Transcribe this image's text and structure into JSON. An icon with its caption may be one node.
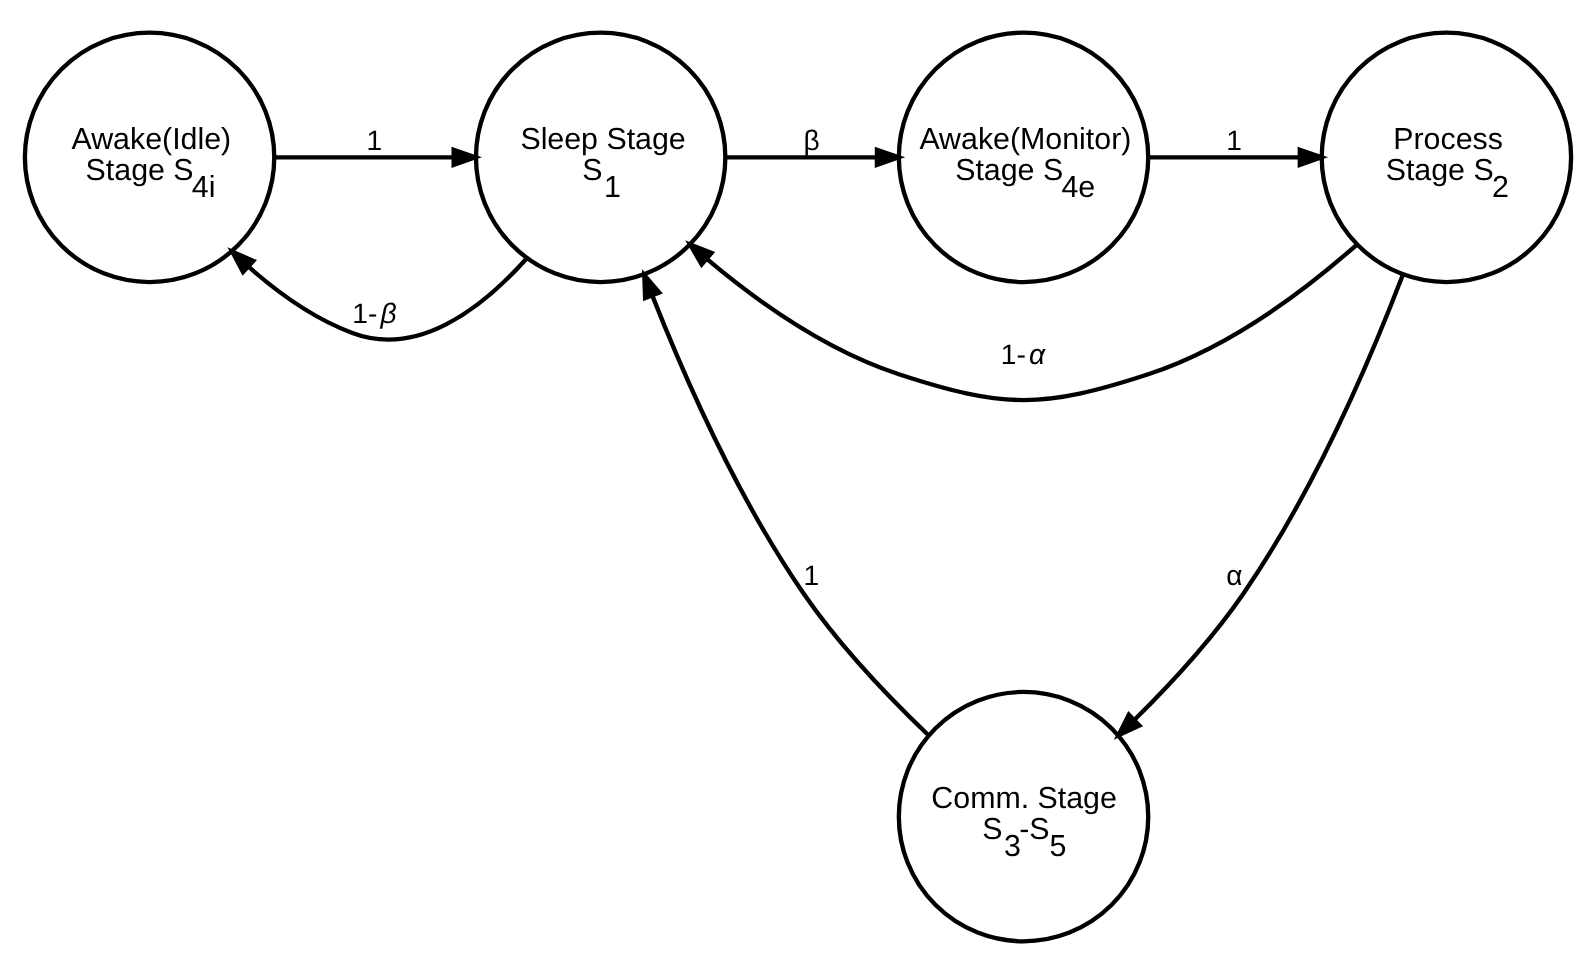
{
  "diagram": {
    "nodes": [
      {
        "text": [
          "Awake(Idle) Stage S$_{4i}$"
        ]
      },
      {
        "text": [
          "Sleep Stage S$_{1}$"
        ]
      },
      {
        "text": [
          "Awake(Monitor) Stage S$_{4e}$"
        ]
      },
      {
        "text": [
          "Process Stage S$_{2}$"
        ]
      },
      {
        "text": [
          "Comm. Stage S$_{3}$-S$_{5}$"
        ]
      }
    ],
    "edges": [
      {
        "from": 1,
        "to": 0,
        "arrow": "to",
        "label": "1-*β*"
      },
      {
        "from": 0,
        "to": 1,
        "arrow": "to",
        "label": "1"
      },
      {
        "from": 1,
        "to": 2,
        "arrow": "to",
        "label": "β"
      },
      {
        "from": 2,
        "to": 3,
        "arrow": "to",
        "label": "1"
      },
      {
        "from": 3,
        "to": 1,
        "arrow": "to",
        "label": "1-*α*"
      },
      {
        "from": 3,
        "to": 4,
        "arrow": "to",
        "label": "α"
      },
      {
        "from": 4,
        "to": 1,
        "arrow": "to",
        "label": "1"
      }
    ]
  }
}
